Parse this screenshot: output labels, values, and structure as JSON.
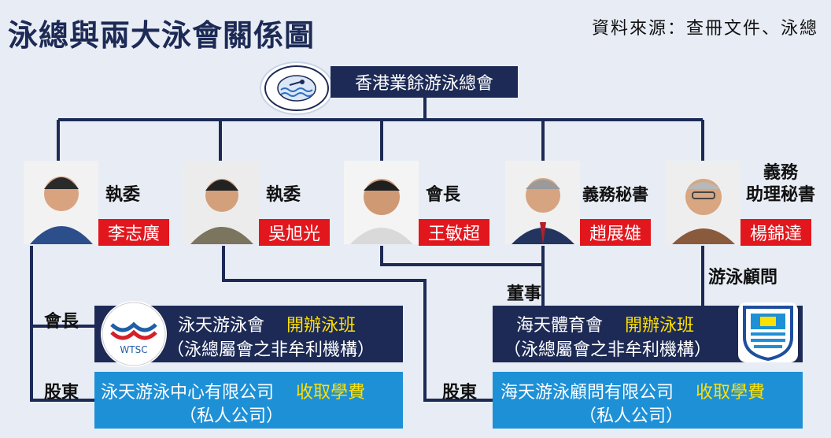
{
  "title": "泳總與兩大泳會關係圖",
  "source": "資料來源：查冊文件、泳總",
  "root": {
    "name": "香港業餘游泳總會"
  },
  "people": [
    {
      "role": "執委",
      "name": "李志廣"
    },
    {
      "role": "執委",
      "name": "吳旭光"
    },
    {
      "role": "會長",
      "name": "王敏超"
    },
    {
      "role": "義務秘書",
      "name": "趙展雄"
    },
    {
      "role": "義務\n助理秘書",
      "name": "楊錦達"
    }
  ],
  "relations": {
    "president": "會長",
    "director": "董事",
    "consultant": "游泳顧問",
    "shareholder_left": "股東",
    "shareholder_right": "股東"
  },
  "orgs": [
    {
      "name": "泳天游泳會",
      "highlight": "開辦泳班",
      "note": "（泳總屬會之非牟利機構）",
      "logo_text": "WTSC"
    },
    {
      "name": "海天體育會",
      "highlight": "開辦泳班",
      "note": "（泳總屬會之非牟利機構）"
    }
  ],
  "companies": [
    {
      "name": "泳天游泳中心有限公司",
      "highlight": "收取學費",
      "note": "（私人公司）"
    },
    {
      "name": "海天游泳顧問有限公司",
      "highlight": "收取學費",
      "note": "（私人公司）"
    }
  ],
  "colors": {
    "navy": "#1d2a55",
    "red": "#e2171e",
    "blue": "#1e90d6",
    "yellow": "#ffe000",
    "background": "#e8edf5"
  }
}
